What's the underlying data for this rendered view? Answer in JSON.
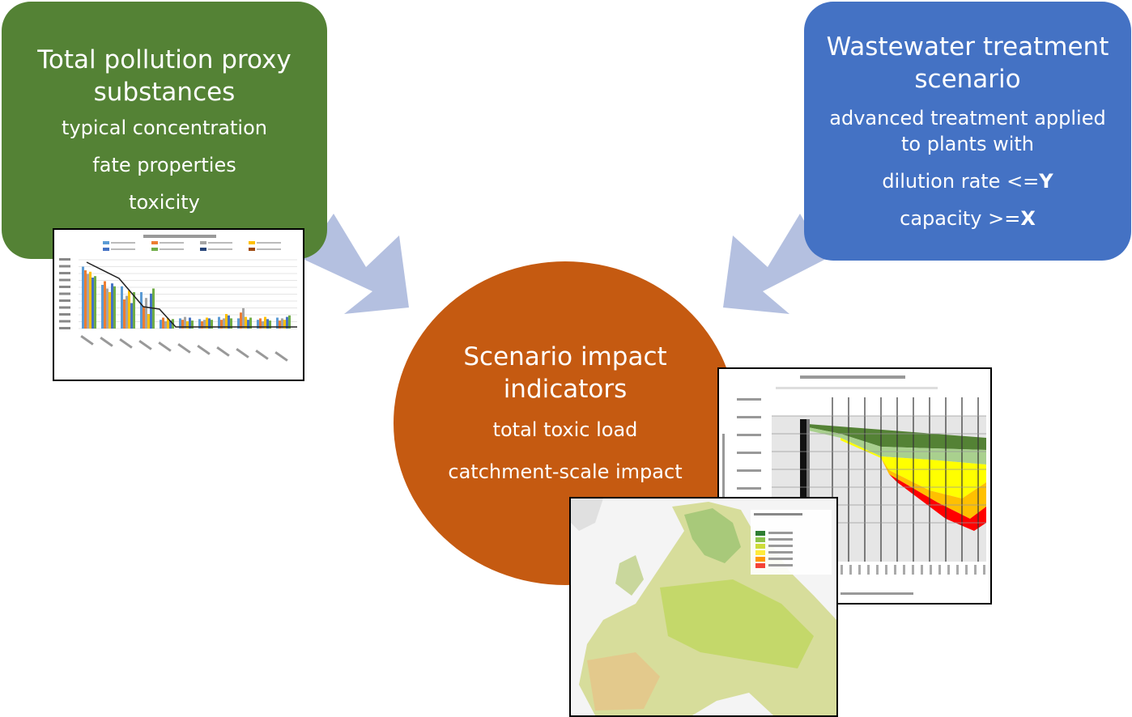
{
  "pollution_box": {
    "title_line1": "Total pollution proxy",
    "title_line2": "substances",
    "items": [
      "typical concentration",
      "fate properties",
      "toxicity"
    ],
    "color": "#548235"
  },
  "treatment_box": {
    "title_line1": "Wastewater treatment",
    "title_line2": "scenario",
    "line1": "advanced treatment applied",
    "line2": "to plants with",
    "dilution_prefix": "dilution rate <=",
    "dilution_var": "Y",
    "capacity_prefix": "capacity >=",
    "capacity_var": "X",
    "color": "#4472c4"
  },
  "impact_circle": {
    "title_line1": "Scenario impact",
    "title_line2": "indicators",
    "items": [
      "total toxic load",
      "catchment-scale impact"
    ],
    "color": "#c55a11"
  },
  "arrow_color": "#b4c0e0",
  "thumbnails": {
    "bar_chart": {
      "kind": "bar-chart-thumbnail",
      "series_colors": [
        "#5b9bd5",
        "#ed7d31",
        "#a5a5a5",
        "#ffc000",
        "#4472c4",
        "#70ad47",
        "#264478",
        "#9e480e"
      ]
    },
    "curve_chart": {
      "kind": "stacked-area-curve-thumbnail",
      "band_colors": [
        "#548235",
        "#a9d08e",
        "#ffff00",
        "#ffc000",
        "#ff0000"
      ]
    },
    "europe_map": {
      "kind": "europe-map-thumbnail",
      "legend_colors": [
        "#2e7d32",
        "#8bc34a",
        "#cddc39",
        "#ffeb3b",
        "#ff9800",
        "#f44336"
      ]
    }
  }
}
